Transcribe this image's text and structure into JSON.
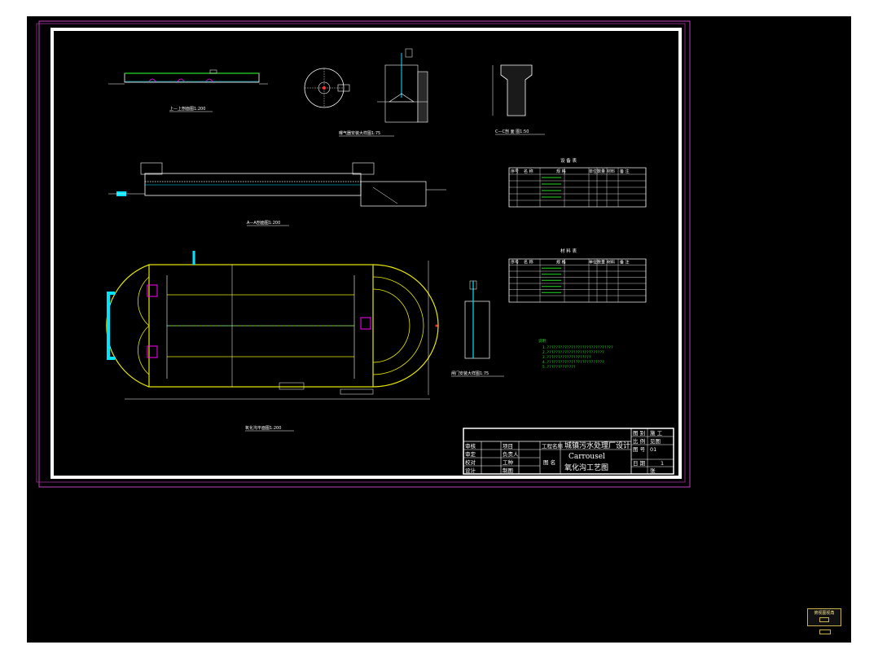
{
  "views": {
    "top_left_section": "上—上剖面图1:200",
    "aerator_detail": "曝气器安装大样图1:75",
    "section_c": "C—C剖 面 图1:50",
    "long_section": "A—A剖面图1:200",
    "plan_view": "氧化沟平面图1:200",
    "gate_detail": "闸门安装大样图1:75"
  },
  "tables": {
    "equipment_title": "设 备 表",
    "material_title": "材 料 表",
    "headers": [
      "序号",
      "名 称",
      "规 格",
      "单位",
      "数量",
      "材料",
      "备 注"
    ]
  },
  "notes": {
    "title": "说明：",
    "lines": [
      "1.??????????????????????????????",
      "2.??????????????????????????",
      "3.????????????????????",
      "4.??????????????????????????",
      "5.?????????????"
    ]
  },
  "title_block": {
    "project_label": "工程名称",
    "project_name": "城镇污水处理厂设计",
    "drawing_title_en": "Carrousel",
    "drawing_title_cn": "氧化沟工艺图",
    "drawing_label": "图 名",
    "left_labels": [
      "审核",
      "审定",
      "校对",
      "设计"
    ],
    "mid_labels": [
      "项目",
      "负责人",
      "工种",
      "制图"
    ],
    "right_top": [
      "图 别",
      "比 例",
      "图 号",
      "日 期"
    ],
    "right_values": [
      "施 工",
      "见图",
      "01",
      ""
    ],
    "sheet_label": "张",
    "sheet_value": "1"
  },
  "nav_cube": {
    "label": "俯视图视角"
  },
  "colors": {
    "background": "#000000",
    "frame": "#ffffff",
    "yellow": "#e8e800",
    "cyan": "#00e5ff",
    "magenta": "#ff00ff",
    "green": "#22dd22",
    "outer_border": "#c040c0"
  }
}
